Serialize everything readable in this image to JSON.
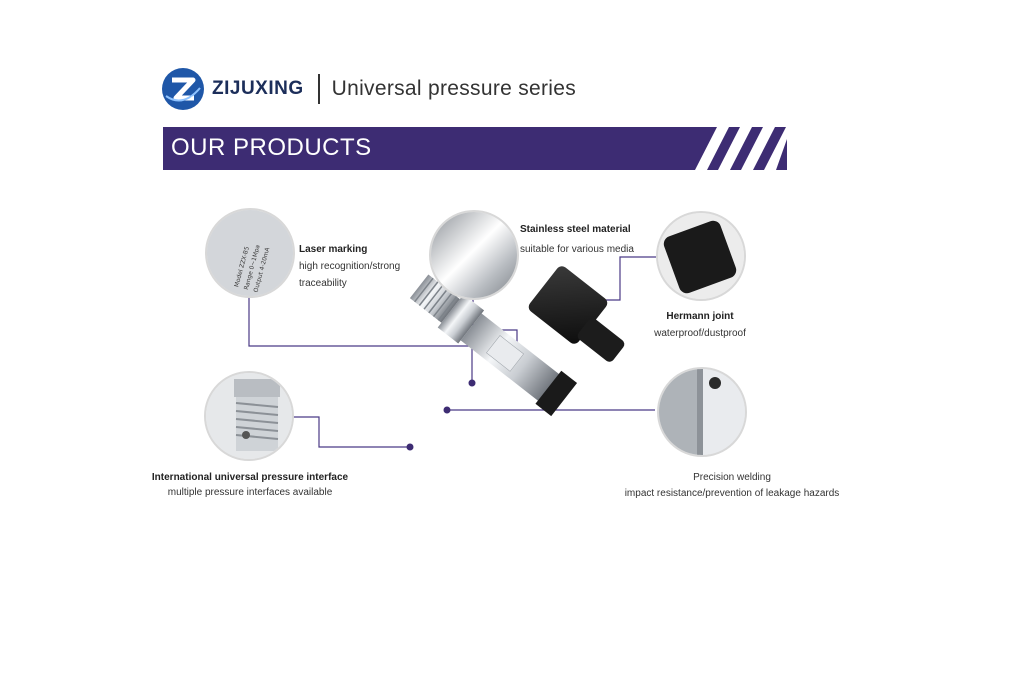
{
  "header": {
    "brand": "ZIJUXING",
    "series": "Universal pressure series"
  },
  "banner": {
    "title": "OUR PRODUCTS"
  },
  "features": {
    "laser": {
      "title": "Laser marking",
      "desc1": "high recognition/strong",
      "desc2": "traceability"
    },
    "steel": {
      "title": "Stainless steel material",
      "desc": "suitable for various media"
    },
    "hermann": {
      "title": "Hermann joint",
      "desc": "waterproof/dustproof"
    },
    "interface": {
      "title": "International universal pressure interface",
      "desc": "multiple pressure interfaces available"
    },
    "welding": {
      "title": "Precision welding",
      "desc": "impact resistance/prevention of leakage hazards"
    }
  },
  "colors": {
    "banner": "#3d2c73",
    "accent": "#4b3a86",
    "logo": "#1f57a8"
  }
}
